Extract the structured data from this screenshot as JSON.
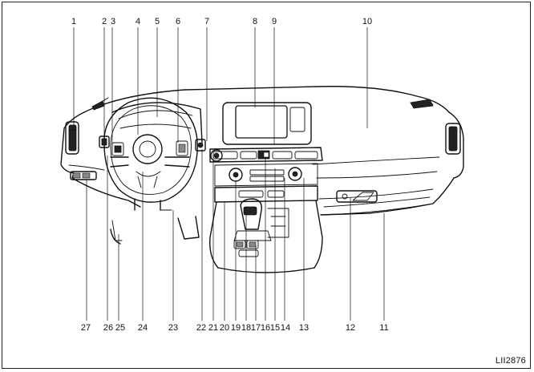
{
  "figure": {
    "code": "LII2876"
  },
  "callouts": {
    "top": [
      "1",
      "2",
      "3",
      "4",
      "5",
      "6",
      "7",
      "8",
      "9",
      "10"
    ],
    "bottom": [
      "27",
      "26",
      "25",
      "24",
      "23",
      "22",
      "21",
      "20",
      "19",
      "18",
      "17",
      "16",
      "15",
      "14",
      "13",
      "12",
      "11"
    ]
  }
}
